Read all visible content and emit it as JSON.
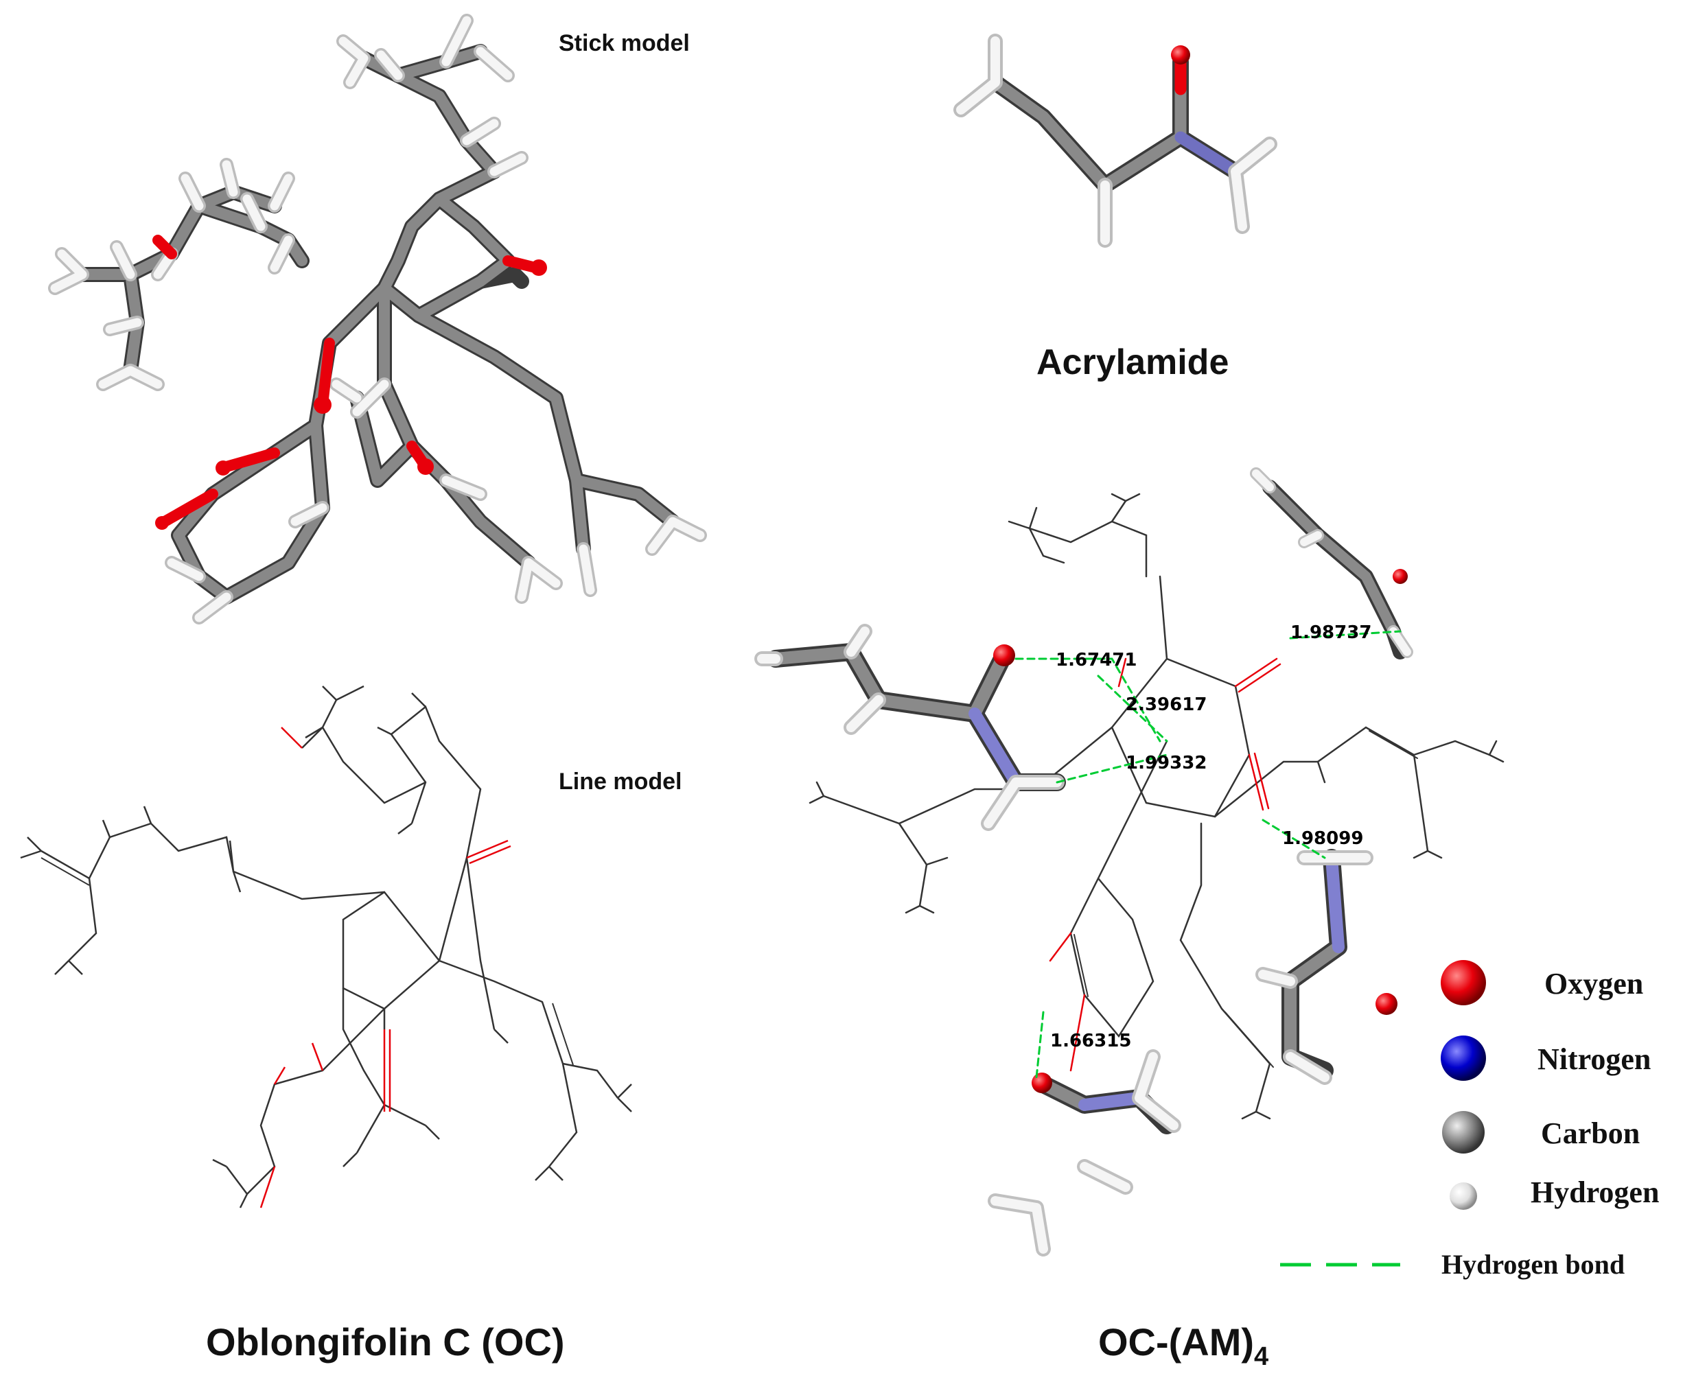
{
  "labels": {
    "stick_model": "Stick model",
    "line_model": "Line model",
    "acrylamide": "Acrylamide",
    "oc_name": "Oblongifolin C (OC)",
    "complex_main": "OC-(AM)",
    "complex_sub": "4"
  },
  "legend": {
    "items": [
      {
        "label": "Oxygen",
        "color": "#e8000b"
      },
      {
        "label": "Nitrogen",
        "color": "#0000cc"
      },
      {
        "label": "Carbon",
        "color": "#7a7a7a"
      },
      {
        "label": "Hydrogen",
        "color": "#e6e6e6"
      }
    ],
    "hbond_label": "Hydrogen bond",
    "hbond_color": "#00cc33"
  },
  "hbond_distances": [
    "1.67471",
    "2.39617",
    "1.99332",
    "1.98737",
    "1.98099",
    "1.66315"
  ],
  "colors": {
    "carbon_stick": "#777777",
    "hydrogen_stick": "#f2f2f2",
    "oxygen": "#e8000b",
    "nitrogen_stick": "#9999ee",
    "line": "#333333"
  }
}
